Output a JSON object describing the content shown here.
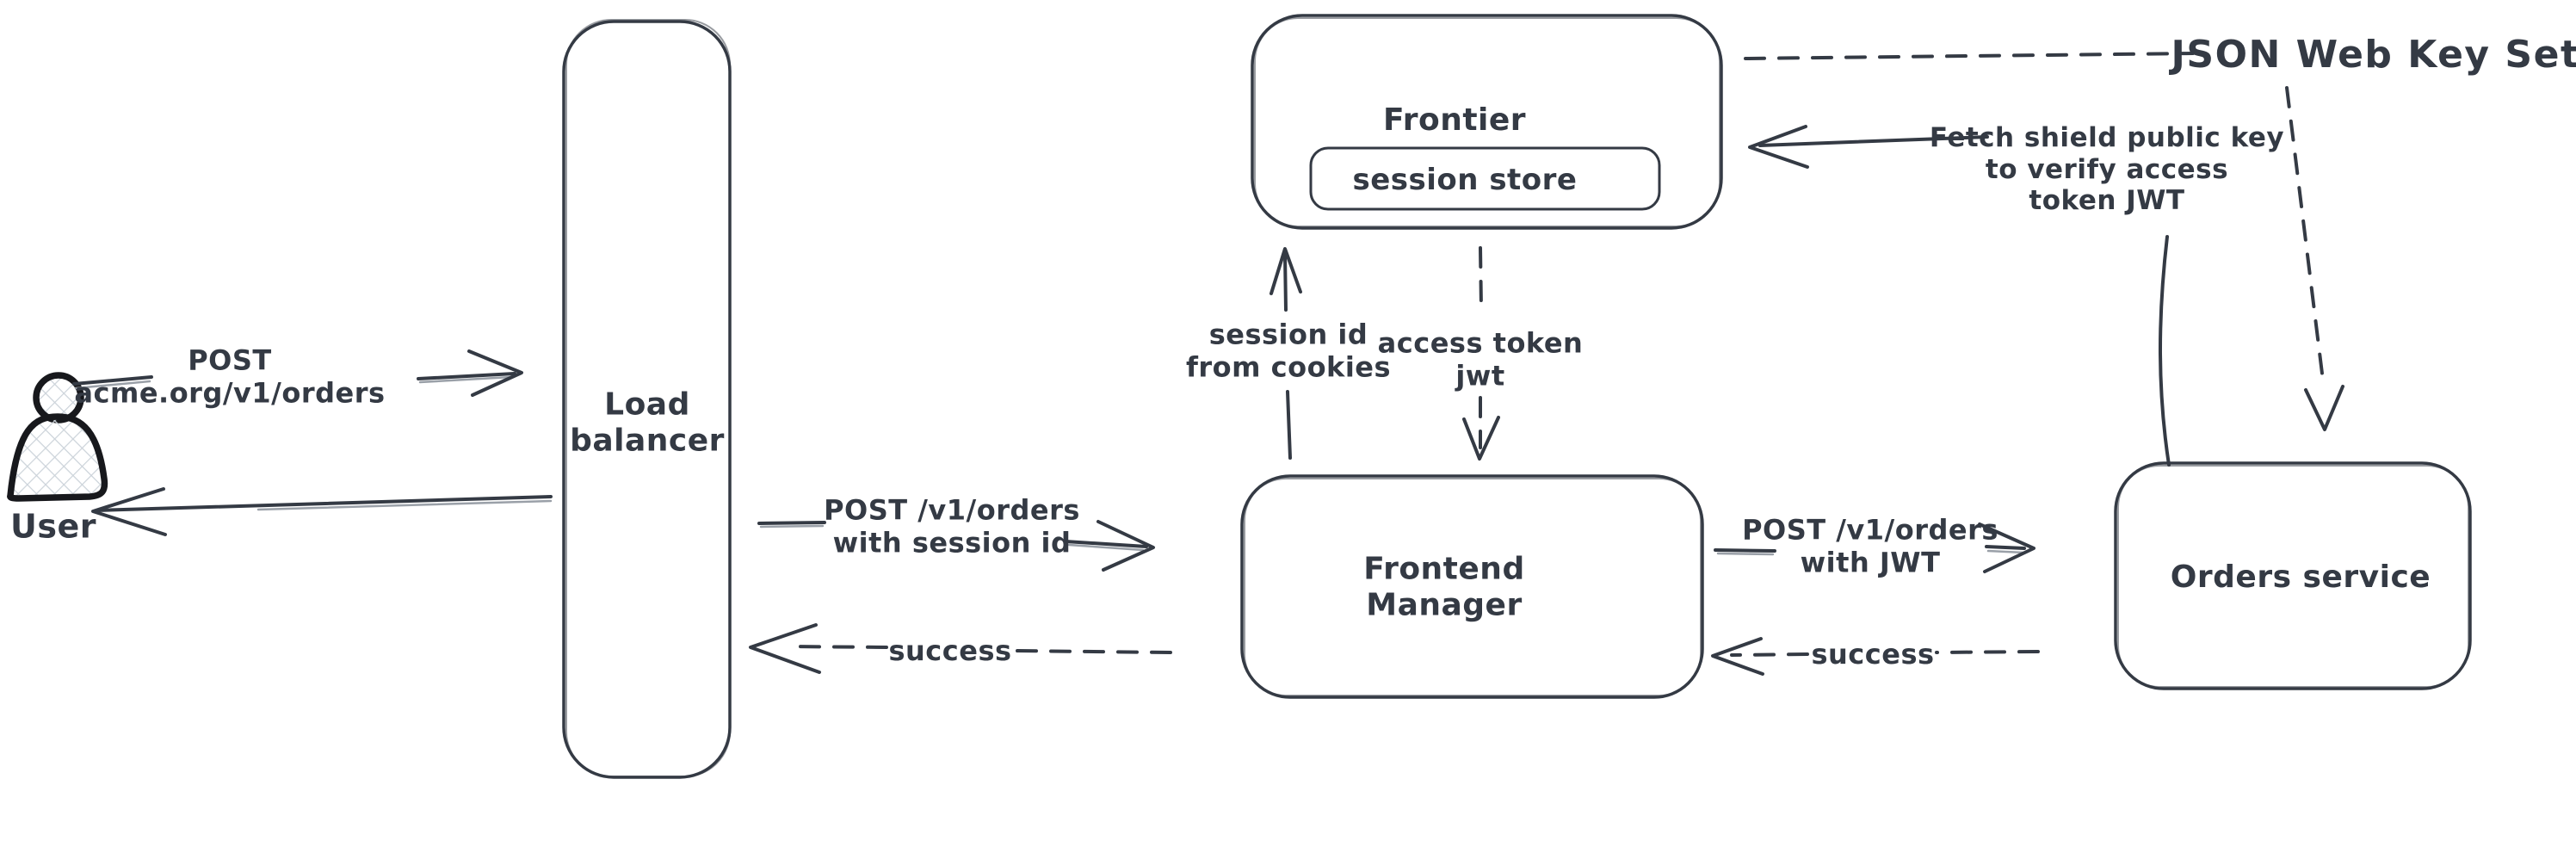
{
  "theme": {
    "ink_color": "#343a44",
    "outline_color": "#17181c",
    "hatch_color": "#ccd3da",
    "bg_color": "#ffffff",
    "faint_color": "#9aa0a8"
  },
  "diagram": {
    "nodes": {
      "user": {
        "label": "User"
      },
      "load_balancer": {
        "label": "Load\nbalancer"
      },
      "frontier": {
        "label": "Frontier"
      },
      "session_store": {
        "label": "session store"
      },
      "frontend_manager": {
        "label": "Frontend\nManager"
      },
      "orders_service": {
        "label": "Orders service"
      },
      "jwks": {
        "label": "JSON Web Key Set"
      }
    },
    "edges": {
      "user_to_lb": {
        "label": "POST\nacme.org/v1/orders",
        "style": "solid"
      },
      "lb_to_user": {
        "label": "",
        "style": "solid"
      },
      "lb_to_fm": {
        "label": "POST /v1/orders\nwith session id",
        "style": "solid"
      },
      "fm_to_lb": {
        "label": "success",
        "style": "dashed"
      },
      "fm_to_frontier": {
        "label": "session id\nfrom cookies",
        "style": "solid"
      },
      "frontier_to_fm": {
        "label": "access token\njwt",
        "style": "dashed"
      },
      "fm_to_orders": {
        "label": "POST /v1/orders\nwith JWT",
        "style": "solid"
      },
      "orders_to_fm": {
        "label": "success",
        "style": "dashed"
      },
      "orders_to_frontier": {
        "label": "Fetch shield public key\nto verify access\ntoken JWT",
        "style": "solid"
      },
      "frontier_to_jwks": {
        "label": "",
        "style": "dashed"
      },
      "jwks_to_orders": {
        "label": "",
        "style": "dashed"
      }
    }
  }
}
